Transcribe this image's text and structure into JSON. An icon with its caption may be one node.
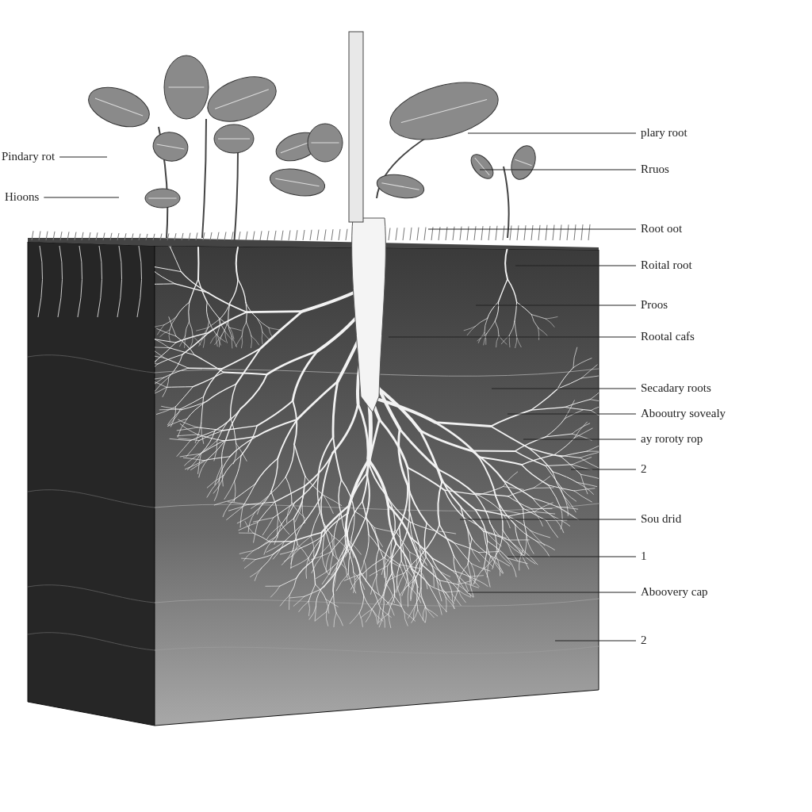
{
  "diagram": {
    "nodes": [
      {
        "text": [
          "Pindary rot"
        ]
      },
      {
        "text": [
          "Hioons"
        ]
      },
      {
        "text": [
          "plary root"
        ]
      },
      {
        "text": [
          "Rruos"
        ]
      },
      {
        "text": [
          "Root oot"
        ]
      },
      {
        "text": [
          "Roital root"
        ]
      },
      {
        "text": [
          "Proos"
        ]
      },
      {
        "text": [
          "Rootal cafs"
        ]
      },
      {
        "text": [
          "Secadary roots"
        ]
      },
      {
        "text": [
          "Abooutry sovealy"
        ]
      },
      {
        "text": [
          "ay roroty rop"
        ]
      },
      {
        "text": [
          "2"
        ]
      },
      {
        "text": [
          "Sou drid"
        ]
      },
      {
        "text": [
          "1"
        ]
      },
      {
        "text": [
          "Aboovery cap"
        ]
      },
      {
        "text": [
          "2"
        ]
      }
    ],
    "edges": [
      {
        "from": 0,
        "to": null,
        "arrow": "none"
      },
      {
        "from": 1,
        "to": null,
        "arrow": "none"
      },
      {
        "from": 2,
        "to": null,
        "arrow": "none"
      },
      {
        "from": 3,
        "to": null,
        "arrow": "none"
      },
      {
        "from": 4,
        "to": null,
        "arrow": "none"
      },
      {
        "from": 5,
        "to": null,
        "arrow": "none"
      },
      {
        "from": 6,
        "to": null,
        "arrow": "none"
      },
      {
        "from": 7,
        "to": null,
        "arrow": "none"
      },
      {
        "from": 8,
        "to": null,
        "arrow": "none"
      },
      {
        "from": 9,
        "to": null,
        "arrow": "none"
      },
      {
        "from": 10,
        "to": null,
        "arrow": "none"
      },
      {
        "from": 11,
        "to": null,
        "arrow": "none"
      },
      {
        "from": 12,
        "to": null,
        "arrow": "none"
      },
      {
        "from": 13,
        "to": null,
        "arrow": "none"
      },
      {
        "from": 14,
        "to": null,
        "arrow": "none"
      },
      {
        "from": 15,
        "to": null,
        "arrow": "none"
      }
    ]
  }
}
